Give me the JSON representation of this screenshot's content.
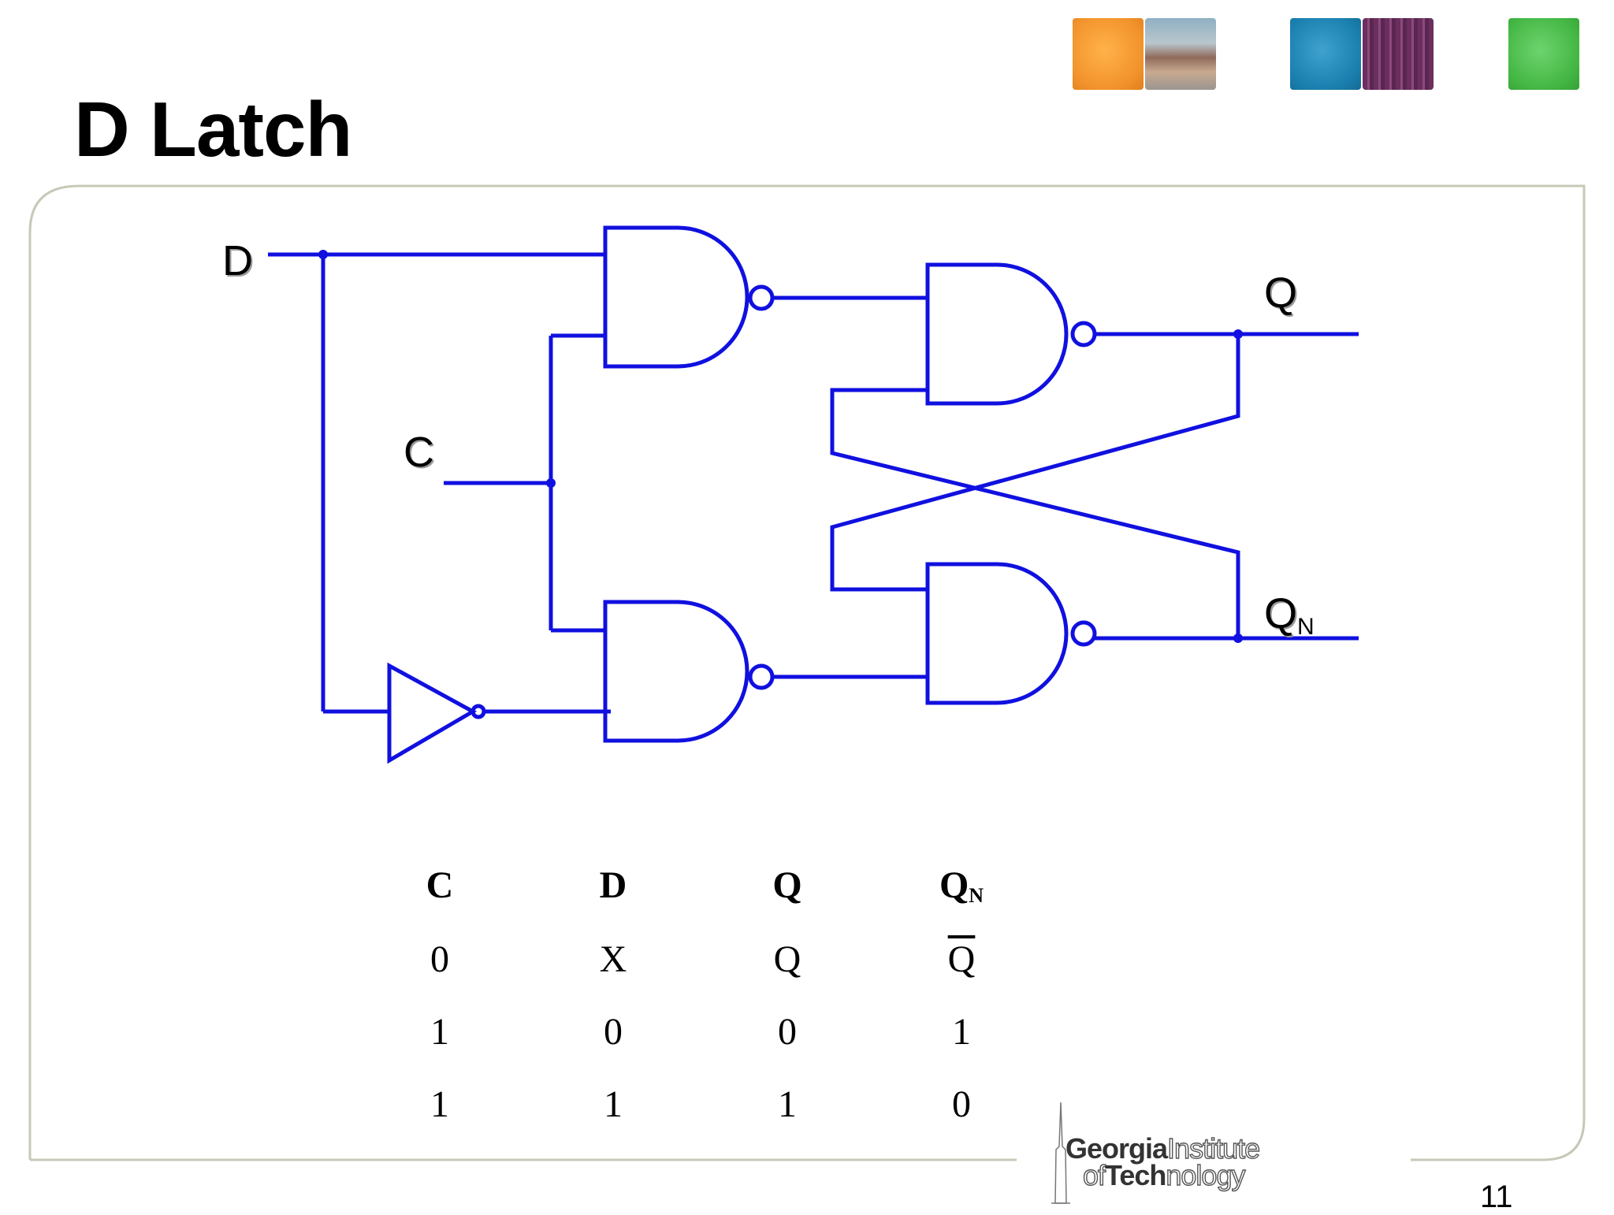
{
  "slide": {
    "title": "D Latch",
    "page_number": "11"
  },
  "circuit": {
    "wire_color": "#1010e0",
    "inputs": {
      "d": "D",
      "c": "C"
    },
    "outputs": {
      "q": "Q",
      "qn_main": "Q",
      "qn_sub": "N"
    }
  },
  "truth_table": {
    "headers": [
      "C",
      "D",
      "Q",
      "Q"
    ],
    "header_qn_sub": "N",
    "rows": [
      [
        "0",
        "X",
        "Q",
        "Q"
      ],
      [
        "1",
        "0",
        "0",
        "1"
      ],
      [
        "1",
        "1",
        "1",
        "0"
      ]
    ]
  },
  "logo": {
    "line1_bold": "Georgia",
    "line1_light": "Institute",
    "line2_light_prefix": "of",
    "line2_bold": "Tech",
    "line2_light": "nology"
  }
}
